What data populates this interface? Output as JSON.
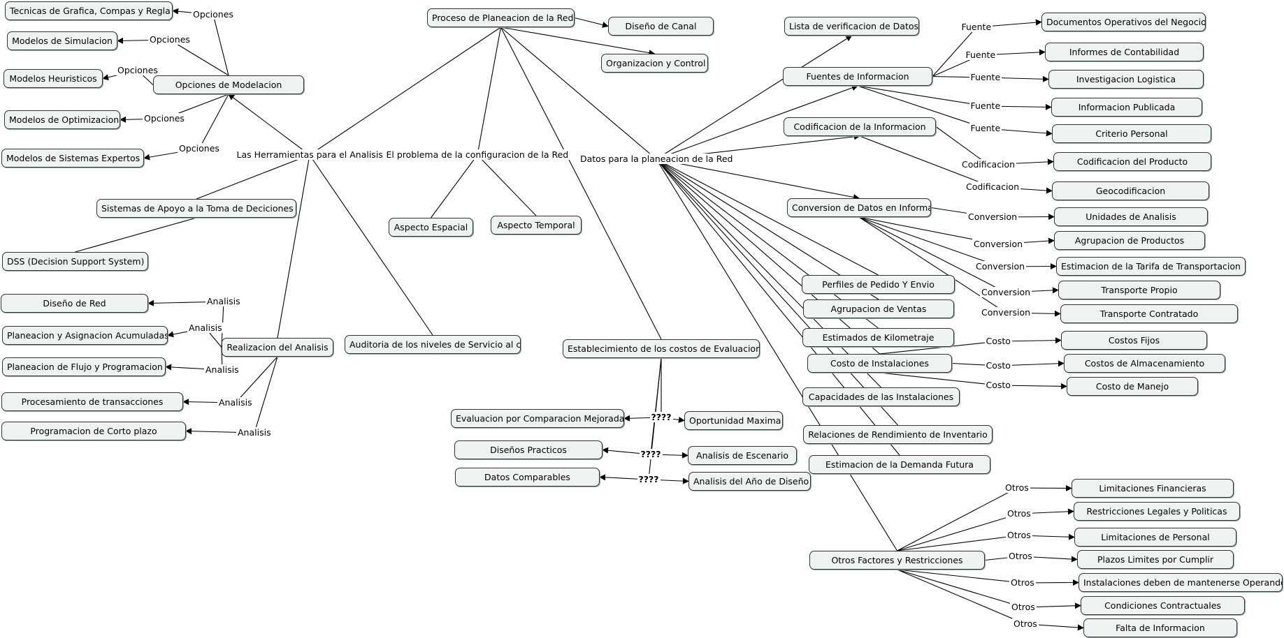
{
  "nodes": {
    "proceso": "Proceso de Planeacion de la Red",
    "diseno_canal": "Diseño de Canal",
    "organizacion": "Organizacion y Control",
    "herramientas": "Las Herramientas para el Analisis",
    "problema": "El problema de la configuracion de la Red",
    "datos": "Datos para la planeacion de la Red",
    "opciones_mod": "Opciones de Modelacion",
    "tecnicas": "Tecnicas de Grafica, Compas y Regla",
    "simulacion": "Modelos de Simulacion",
    "heuristicos": "Modelos Heuristicos",
    "optimizacion": "Modelos de Optimizacion",
    "expertos": "Modelos de Sistemas Expertos",
    "sistemas_apoyo": "Sistemas de Apoyo a la Toma de Deciciones",
    "dss": "DSS (Decision Support System)",
    "realizacion": "Realizacion del Analisis",
    "diseno_red": "Diseño de Red",
    "planeacion_asig": "Planeacion y Asignacion Acumuladas",
    "planeacion_flujo": "Planeacion de Flujo y Programacion",
    "procesamiento": "Procesamiento de transacciones",
    "programacion": "Programacion de Corto plazo",
    "auditoria": "Auditoria de los niveles de Servicio al cliente",
    "aspecto_espacial": "Aspecto Espacial",
    "aspecto_temporal": "Aspecto Temporal",
    "establecimiento": "Establecimiento de los costos de Evaluacion",
    "eval_comp": "Evaluacion por Comparacion Mejorada",
    "oportunidad": "Oportunidad Maxima",
    "disenos_prac": "Diseños Practicos",
    "analisis_esc": "Analisis de Escenario",
    "datos_comp": "Datos Comparables",
    "analisis_ano": "Analisis del Año de Diseño",
    "lista_verif": "Lista de verificacion de Datos",
    "fuentes": "Fuentes de Informacion",
    "docs_op": "Documentos Operativos del Negocio",
    "informes": "Informes de Contabilidad",
    "investigacion": "Investigacion Logistica",
    "info_pub": "Informacion Publicada",
    "criterio": "Criterio Personal",
    "codificacion": "Codificacion de la Informacion",
    "cod_producto": "Codificacion del Producto",
    "geocod": "Geocodificacion",
    "conversion": "Conversion de Datos en Informacion",
    "unidades": "Unidades de Analisis",
    "agrup_prod": "Agrupacion de Productos",
    "estimacion_tarifa": "Estimacion de la Tarifa de Transportacion",
    "transp_propio": "Transporte Propio",
    "transp_contratado": "Transporte Contratado",
    "perfiles": "Perfiles de Pedido Y Envio",
    "agrup_ventas": "Agrupacion de Ventas",
    "kilometraje": "Estimados de Kilometraje",
    "costo_inst": "Costo de Instalaciones",
    "costos_fijos": "Costos Fijos",
    "costos_alm": "Costos de Almacenamiento",
    "costo_manejo": "Costo de Manejo",
    "capacidades": "Capacidades de las Instalaciones",
    "relaciones": "Relaciones de Rendimiento de Inventario",
    "estimacion_dem": "Estimacion de la Demanda Futura",
    "otros_factores": "Otros Factores y Restricciones",
    "lim_fin": "Limitaciones Financieras",
    "restricciones": "Restricciones Legales y Politicas",
    "lim_personal": "Limitaciones de Personal",
    "plazos": "Plazos Limites por Cumplir",
    "instalaciones_op": "Instalaciones deben de mantenerse Operando",
    "condiciones": "Condiciones Contractuales",
    "falta_info": "Falta de Informacion"
  },
  "link_labels": {
    "opciones": "Opciones",
    "analisis": "Analisis",
    "fuente": "Fuente",
    "codificacion": "Codificacion",
    "conversion": "Conversion",
    "costo": "Costo",
    "otros": "Otros",
    "unknown": "????"
  },
  "colors": {
    "node_fill": "#eef3f2",
    "node_border": "#333333",
    "line": "#000000"
  }
}
